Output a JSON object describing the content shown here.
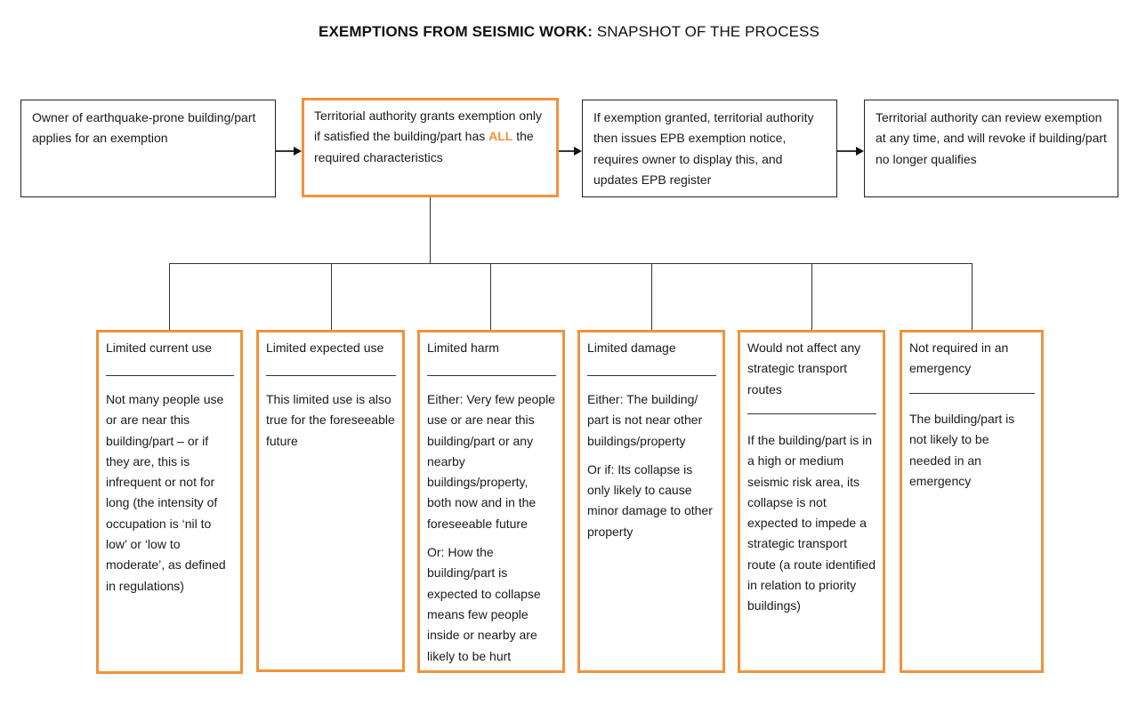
{
  "title": {
    "bold": "EXEMPTIONS FROM SEISMIC WORK:",
    "regular": "SNAPSHOT OF THE PROCESS"
  },
  "process": [
    {
      "text": "Owner of earthquake-prone building/part applies for an exemption"
    },
    {
      "text_before": "Territorial authority grants exemption only if satisfied the building/part has",
      "emphasis": "ALL",
      "text_after": "the required characteristics"
    },
    {
      "text": "If exemption granted, territorial authority then issues EPB exemption notice, requires owner to display this, and updates EPB register"
    },
    {
      "text": "Territorial authority can review exemption at any time, and will revoke if building/part no longer qualifies"
    }
  ],
  "criteria": [
    {
      "heading": "Limited current use",
      "paragraphs": [
        "Not many people use or are near this building/part – or if they are, this is infrequent or not for long (the intensity of occupation is ‘nil to low’ or ‘low to moderate’, as defined in regulations)"
      ]
    },
    {
      "heading": "Limited expected use",
      "paragraphs": [
        "This limited use is also true for the foreseeable future"
      ]
    },
    {
      "heading": "Limited harm",
      "paragraphs": [
        "Either: Very few people use or are near this building/part or any nearby buildings/property, both now and in the foreseeable future",
        "Or: How the building/part is expected to collapse means few people inside or nearby are likely to be hurt"
      ]
    },
    {
      "heading": "Limited damage",
      "paragraphs": [
        "Either: The building/ part is not near other buildings/property",
        "Or if: Its collapse is only likely to cause minor damage to other property"
      ]
    },
    {
      "heading": "Would not affect any strategic transport routes",
      "paragraphs": [
        "If the building/part is in a high or medium seismic risk area, its collapse is not expected to impede a strategic transport route (a route identified in relation to priority buildings)"
      ]
    },
    {
      "heading": "Not required in an emergency",
      "paragraphs": [
        "The building/part is not likely to be needed in an emergency"
      ]
    }
  ],
  "colors": {
    "accent": "#f0933b",
    "line": "#333333"
  }
}
